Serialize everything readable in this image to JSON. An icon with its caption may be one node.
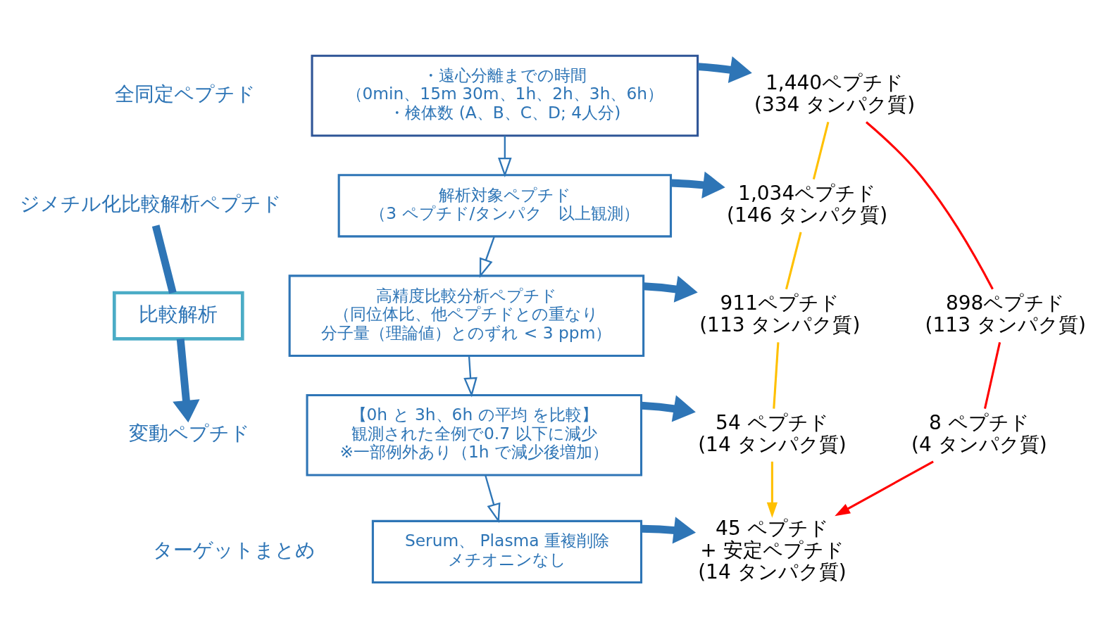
{
  "diagram": {
    "nodes": [
      {
        "text": [
          "・遠心分離までの時間",
          "（0min、15m 30m、1h、2h、3h、6h）",
          "・検体数 (A、B、C、D; 4人分)"
        ]
      },
      {
        "text": [
          "解析対象ペプチド",
          "（3 ペプチド/タンパク　以上観測）"
        ]
      },
      {
        "text": [
          "高精度比較分析ペプチド",
          "（同位体比、他ペプチドとの重なり",
          "分子量（理論値）とのずれ < 3 ppm）"
        ]
      },
      {
        "text": [
          "【0h と 3h、6h の平均 を比較】",
          "観測された全例で0.7 以下に減少",
          "※一部例外あり（1h で減少後増加）"
        ]
      },
      {
        "text": [
          "Serum、 Plasma 重複削除",
          "メチオニンなし"
        ]
      },
      {
        "text": [
          "ジメチル化比較解析ペプチド"
        ]
      },
      {
        "text": [
          "比較解析"
        ]
      },
      {
        "text": [
          "変動ペプチド"
        ]
      },
      {
        "text": [
          "1,440ペプチド",
          "(334 タンパク質)"
        ]
      },
      {
        "text": [
          "1,034ペプチド",
          "(146 タンパク質)"
        ]
      },
      {
        "text": [
          "911ペプチド",
          "(113 タンパク質)"
        ]
      },
      {
        "text": [
          "898ペプチド",
          "(113 タンパク質)"
        ]
      },
      {
        "text": [
          "54 ペプチド",
          "(14 タンパク質)"
        ]
      },
      {
        "text": [
          "8 ペプチド",
          "(4 タンパク質)"
        ]
      },
      {
        "text": [
          "45 ペプチド",
          "+ 安定ペプチド",
          "(14 タンパク質)"
        ]
      }
    ],
    "edges": [
      {
        "from": 0,
        "to": 1,
        "arrow": "to"
      },
      {
        "from": 1,
        "to": 2,
        "arrow": "to"
      },
      {
        "from": 2,
        "to": 3,
        "arrow": "to"
      },
      {
        "from": 3,
        "to": 4,
        "arrow": "to"
      },
      {
        "from": 0,
        "to": 8,
        "arrow": "to",
        "style": "thick"
      },
      {
        "from": 1,
        "to": 9,
        "arrow": "to",
        "style": "thick"
      },
      {
        "from": 2,
        "to": 10,
        "arrow": "to",
        "style": "thick"
      },
      {
        "from": 3,
        "to": 12,
        "arrow": "to",
        "style": "thick"
      },
      {
        "from": 4,
        "to": 14,
        "arrow": "to",
        "style": "thick"
      },
      {
        "from": 5,
        "to": 6,
        "arrow": "none",
        "style": "thick"
      },
      {
        "from": 6,
        "to": 7,
        "arrow": "to",
        "style": "thick"
      },
      {
        "from": 8,
        "to": 9,
        "arrow": "none",
        "color": "#ffc000"
      },
      {
        "from": 9,
        "to": 10,
        "arrow": "none",
        "color": "#ffc000"
      },
      {
        "from": 10,
        "to": 12,
        "arrow": "none",
        "color": "#ffc000"
      },
      {
        "from": 12,
        "to": 14,
        "arrow": "to",
        "color": "#ffc000"
      },
      {
        "from": 8,
        "to": 11,
        "arrow": "none",
        "color": "#ff0000"
      },
      {
        "from": 11,
        "to": 13,
        "arrow": "none",
        "color": "#ff0000"
      },
      {
        "from": 13,
        "to": 14,
        "arrow": "to",
        "color": "#ff0000"
      }
    ],
    "labels": [
      "全同定ペプチド",
      "ターゲットまとめ"
    ]
  }
}
